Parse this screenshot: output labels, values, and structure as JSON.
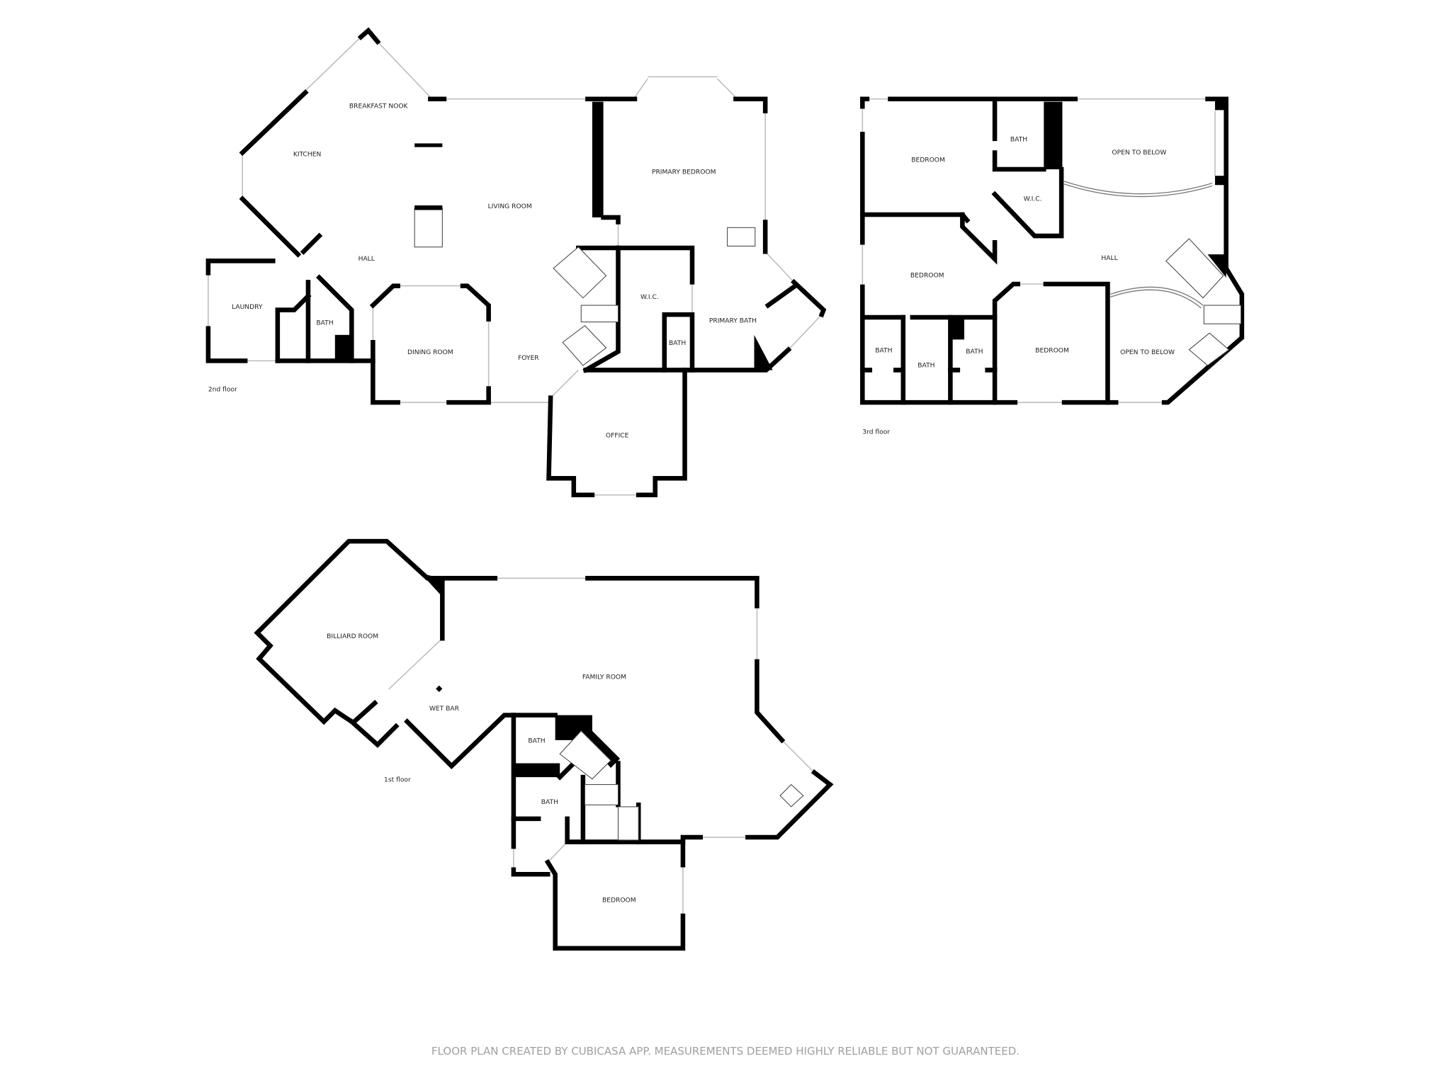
{
  "floors": {
    "second": {
      "label": "2nd floor",
      "rooms": {
        "breakfast_nook": "BREAKFAST NOOK",
        "kitchen": "KITCHEN",
        "living_room": "LIVING ROOM",
        "primary_bedroom": "PRIMARY BEDROOM",
        "hall": "HALL",
        "laundry": "LAUNDRY",
        "bath": "BATH",
        "dining_room": "DINING ROOM",
        "foyer": "FOYER",
        "wic": "W.I.C.",
        "bath_small": "BATH",
        "primary_bath": "PRIMARY BATH",
        "office": "OFFICE"
      }
    },
    "third": {
      "label": "3rd floor",
      "rooms": {
        "bedroom_1": "BEDROOM",
        "bath_1": "BATH",
        "open_to_below_1": "OPEN TO BELOW",
        "wic": "W.I.C.",
        "bedroom_2": "BEDROOM",
        "hall": "HALL",
        "bath_2": "BATH",
        "bath_3": "BATH",
        "bath_4": "BATH",
        "bedroom_3": "BEDROOM",
        "open_to_below_2": "OPEN TO BELOW"
      }
    },
    "first": {
      "label": "1st floor",
      "rooms": {
        "billiard_room": "BILLIARD ROOM",
        "family_room": "FAMILY ROOM",
        "wet_bar": "WET BAR",
        "bath_1": "BATH",
        "bath_2": "BATH",
        "bedroom": "BEDROOM"
      }
    }
  },
  "footer": "FLOOR PLAN CREATED BY CUBICASA APP. MEASUREMENTS DEEMED HIGHLY RELIABLE BUT NOT GUARANTEED.",
  "colors": {
    "wall": "#000000",
    "footer_text": "#a0a0a0",
    "window": "#bdbdbd"
  }
}
